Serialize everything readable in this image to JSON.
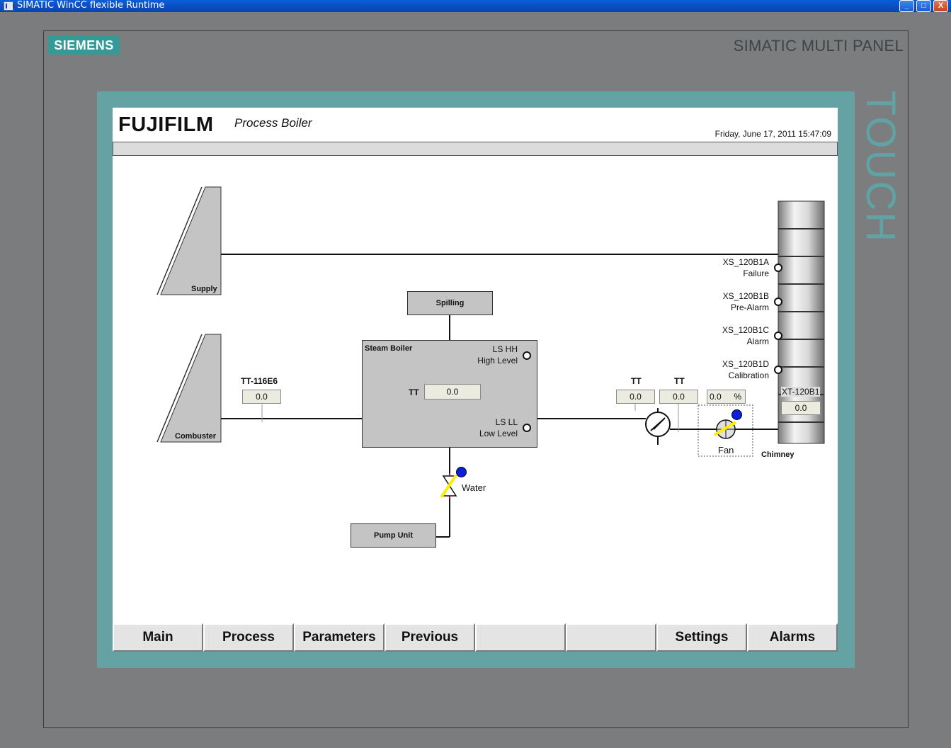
{
  "window": {
    "title": "SIMATIC WinCC flexible Runtime",
    "minimize": "_",
    "maximize": "□",
    "close": "X"
  },
  "device": {
    "brand": "SIEMENS",
    "model": "SIMATIC MULTI PANEL",
    "touch": "TOUCH"
  },
  "header": {
    "company": "FUJIFILM",
    "screen_title": "Process Boiler",
    "datetime": "Friday, June 17, 2011 15:47:09"
  },
  "diagram": {
    "supply_label": "Supply",
    "combuster_label": "Combuster",
    "spilling_label": "Spilling",
    "steam_boiler_label": "Steam Boiler",
    "ls_hh": "LS HH",
    "high_level": "High Level",
    "ls_ll": "LS LL",
    "low_level": "Low Level",
    "boiler_tt_label": "TT",
    "boiler_tt_value": "0.0",
    "tt116_label": "TT-116E6",
    "tt116_value": "0.0",
    "water_label": "Water",
    "pump_unit_label": "Pump Unit",
    "tt1_label": "TT",
    "tt1_value": "0.0",
    "tt2_label": "TT",
    "tt2_value": "0.0",
    "fan_value": "0.0",
    "fan_unit": "%",
    "fan_label": "Fan",
    "chimney_label": "Chimney",
    "xt_label": "XT-120B1",
    "xt_value": "0.0",
    "xs_a_tag": "XS_120B1A",
    "xs_a_desc": "Failure",
    "xs_b_tag": "XS_120B1B",
    "xs_b_desc": "Pre-Alarm",
    "xs_c_tag": "XS_120B1C",
    "xs_c_desc": "Alarm",
    "xs_d_tag": "XS_120B1D",
    "xs_d_desc": "Calibration"
  },
  "nav": [
    {
      "label": "Main"
    },
    {
      "label": "Process"
    },
    {
      "label": "Parameters"
    },
    {
      "label": "Previous"
    },
    {
      "label": ""
    },
    {
      "label": ""
    },
    {
      "label": "Settings"
    },
    {
      "label": "Alarms"
    }
  ],
  "colors": {
    "bezel": "#64a2a4",
    "status_dot": "#0a1fdc",
    "valve_actuator": "#ffee00"
  }
}
